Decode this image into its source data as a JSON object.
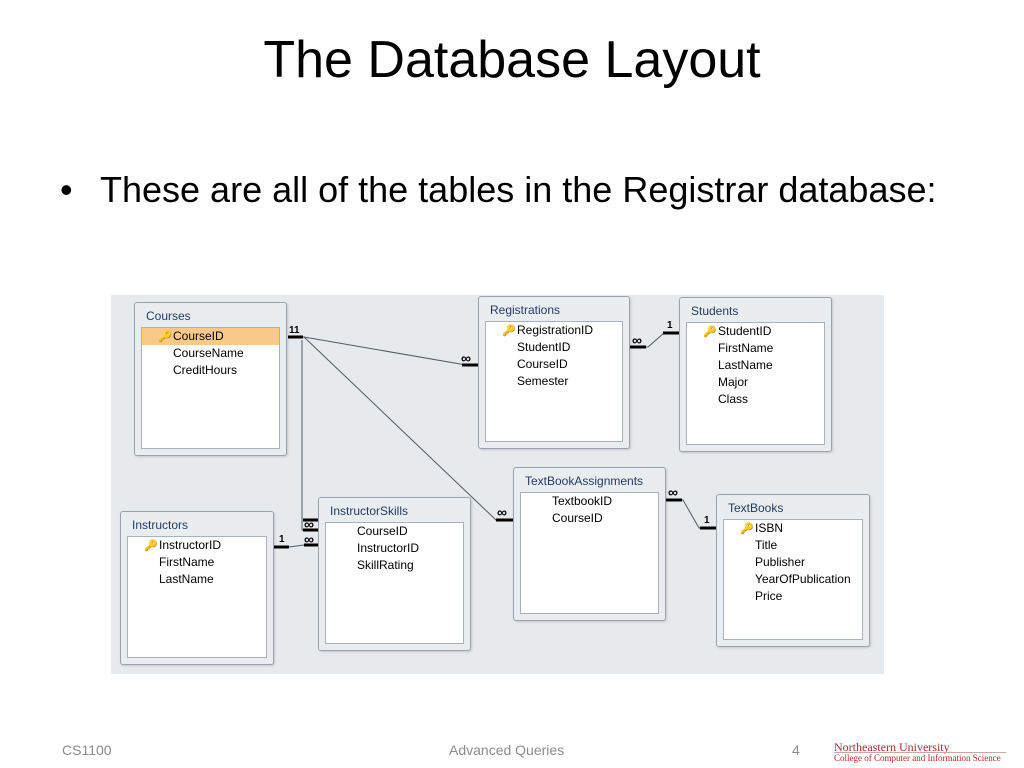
{
  "slide": {
    "title": "The Database Layout",
    "bullet": "These are all of the tables in the Registrar database:"
  },
  "tables": {
    "courses": {
      "title": "Courses",
      "fields": [
        "CourseID",
        "CourseName",
        "CreditHours"
      ]
    },
    "registrations": {
      "title": "Registrations",
      "fields": [
        "RegistrationID",
        "StudentID",
        "CourseID",
        "Semester"
      ]
    },
    "students": {
      "title": "Students",
      "fields": [
        "StudentID",
        "FirstName",
        "LastName",
        "Major",
        "Class"
      ]
    },
    "instructors": {
      "title": "Instructors",
      "fields": [
        "InstructorID",
        "FirstName",
        "LastName"
      ]
    },
    "instructorskills": {
      "title": "InstructorSkills",
      "fields": [
        "CourseID",
        "InstructorID",
        "SkillRating"
      ]
    },
    "textbookassignments": {
      "title": "TextBookAssignments",
      "fields": [
        "TextbookID",
        "CourseID"
      ]
    },
    "textbooks": {
      "title": "TextBooks",
      "fields": [
        "ISBN",
        "Title",
        "Publisher",
        "YearOfPublication",
        "Price"
      ]
    }
  },
  "relationship_labels": {
    "one": "1",
    "many": "∞",
    "one_pair": "11"
  },
  "footer": {
    "left": "CS1100",
    "center": "Advanced Queries",
    "page": "4",
    "logo_name": "Northeastern University",
    "logo_sub": "College of Computer and Information Science"
  },
  "colors": {
    "selected_row": "#f9c98a",
    "canvas_bg": "#e7eaed",
    "table_title": "#1e3a5f",
    "logo": "#b5282e"
  },
  "icons": {
    "primary_key": "key-icon"
  }
}
